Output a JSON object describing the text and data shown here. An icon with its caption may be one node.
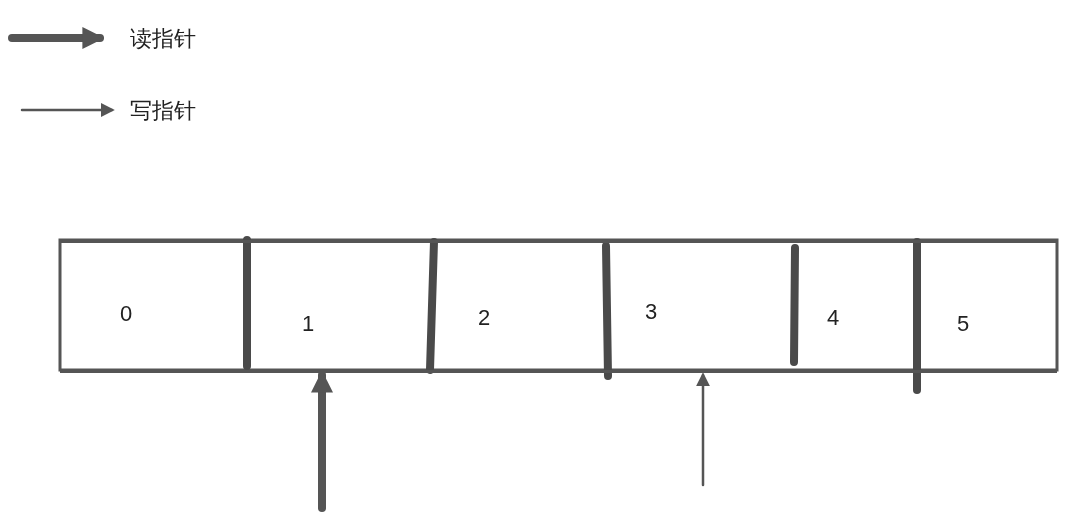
{
  "diagram": {
    "nodes": [
      {
        "text": [
          "0"
        ]
      },
      {
        "text": [
          "1"
        ]
      },
      {
        "text": [
          "2"
        ]
      },
      {
        "text": [
          "3"
        ]
      },
      {
        "text": [
          "4"
        ]
      },
      {
        "text": [
          "5"
        ]
      }
    ],
    "edges": [
      {
        "from": null,
        "to": 1,
        "arrow": "to",
        "style": "thick"
      },
      {
        "from": null,
        "to": 3,
        "arrow": "to"
      }
    ],
    "legend": [
      {
        "text": "读指针"
      },
      {
        "text": "写指针"
      }
    ]
  }
}
